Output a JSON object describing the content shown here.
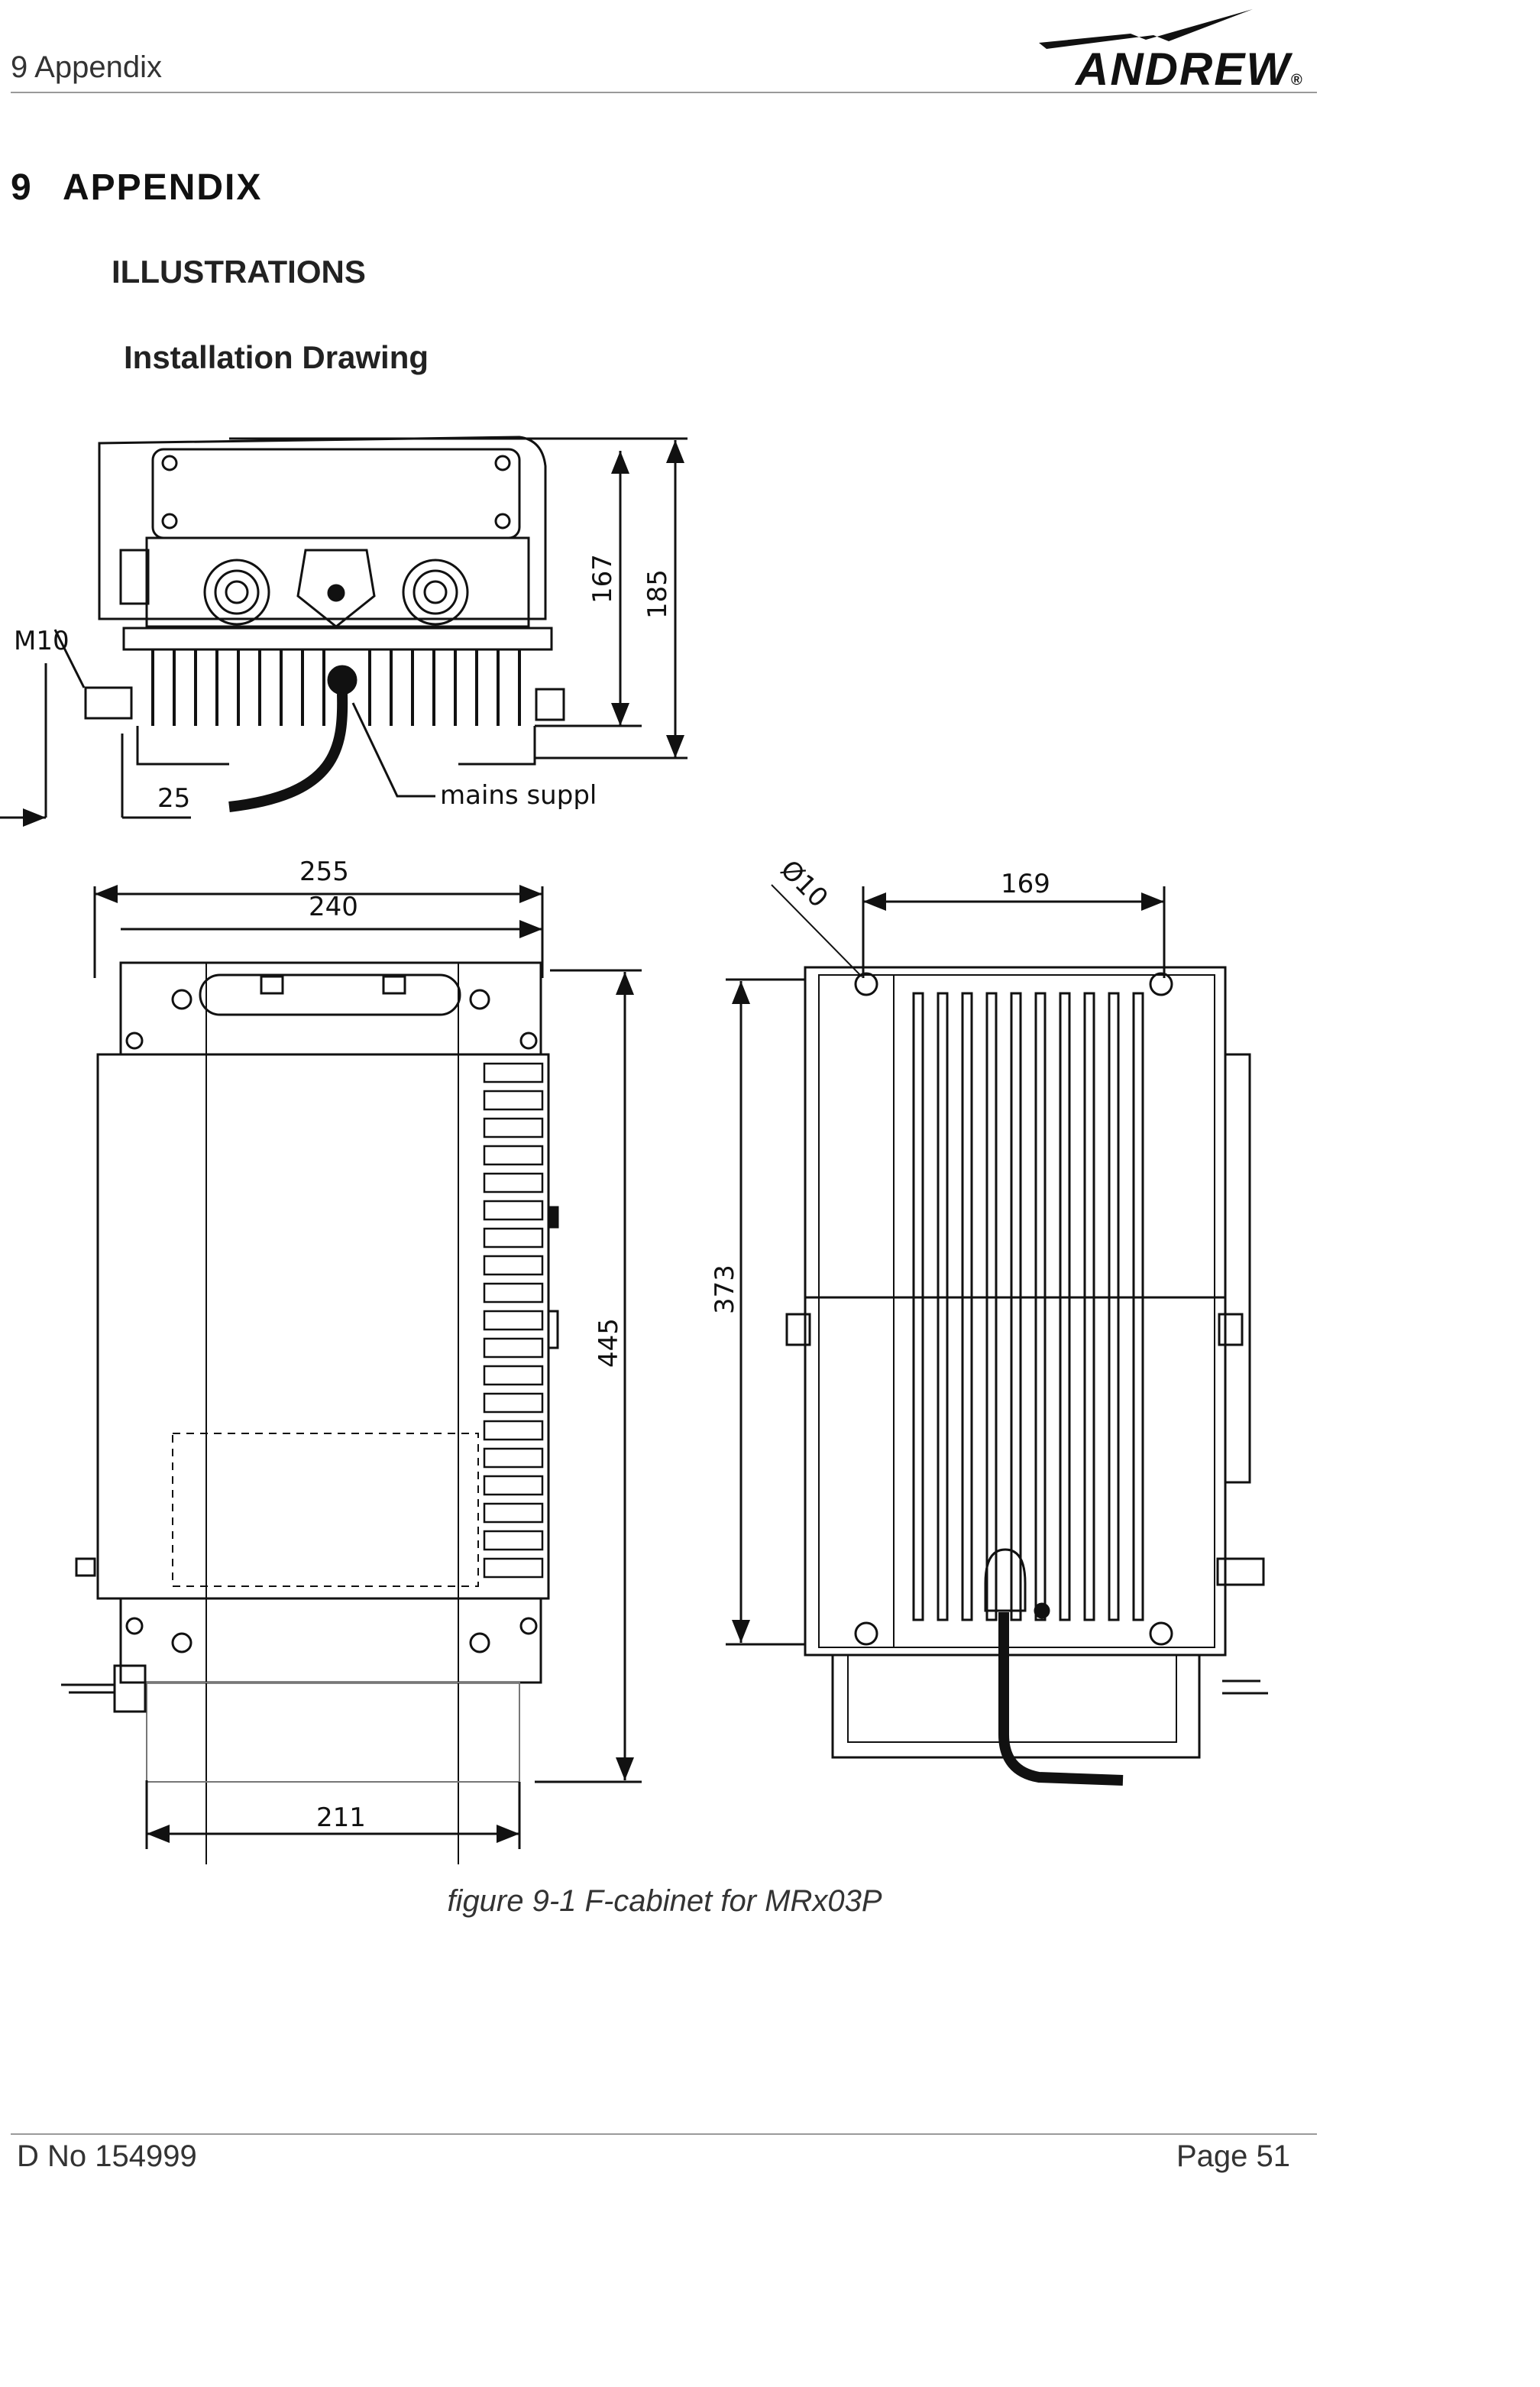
{
  "header": {
    "running_title": "9 Appendix",
    "logo": {
      "text": "ANDREW",
      "icon": "lightning-bolt-icon",
      "color": "#111111"
    }
  },
  "chapter": {
    "number": "9",
    "title": "APPENDIX"
  },
  "section": {
    "title": "ILLUSTRATIONS"
  },
  "subsection": {
    "title": "Installation Drawing"
  },
  "drawing": {
    "labels": {
      "bolt": "M10",
      "dim_25": "25",
      "dim_167": "167",
      "dim_185": "185",
      "mains": "mains suppl",
      "dim_255": "255",
      "dim_240": "240",
      "dim_445": "445",
      "dim_211": "211",
      "dim_169": "169",
      "dim_373": "373",
      "hole": "Ø10"
    }
  },
  "caption": "figure 9-1 F-cabinet for MRx03P",
  "footer": {
    "doc_no": "D No 154999",
    "page": "Page 51"
  }
}
